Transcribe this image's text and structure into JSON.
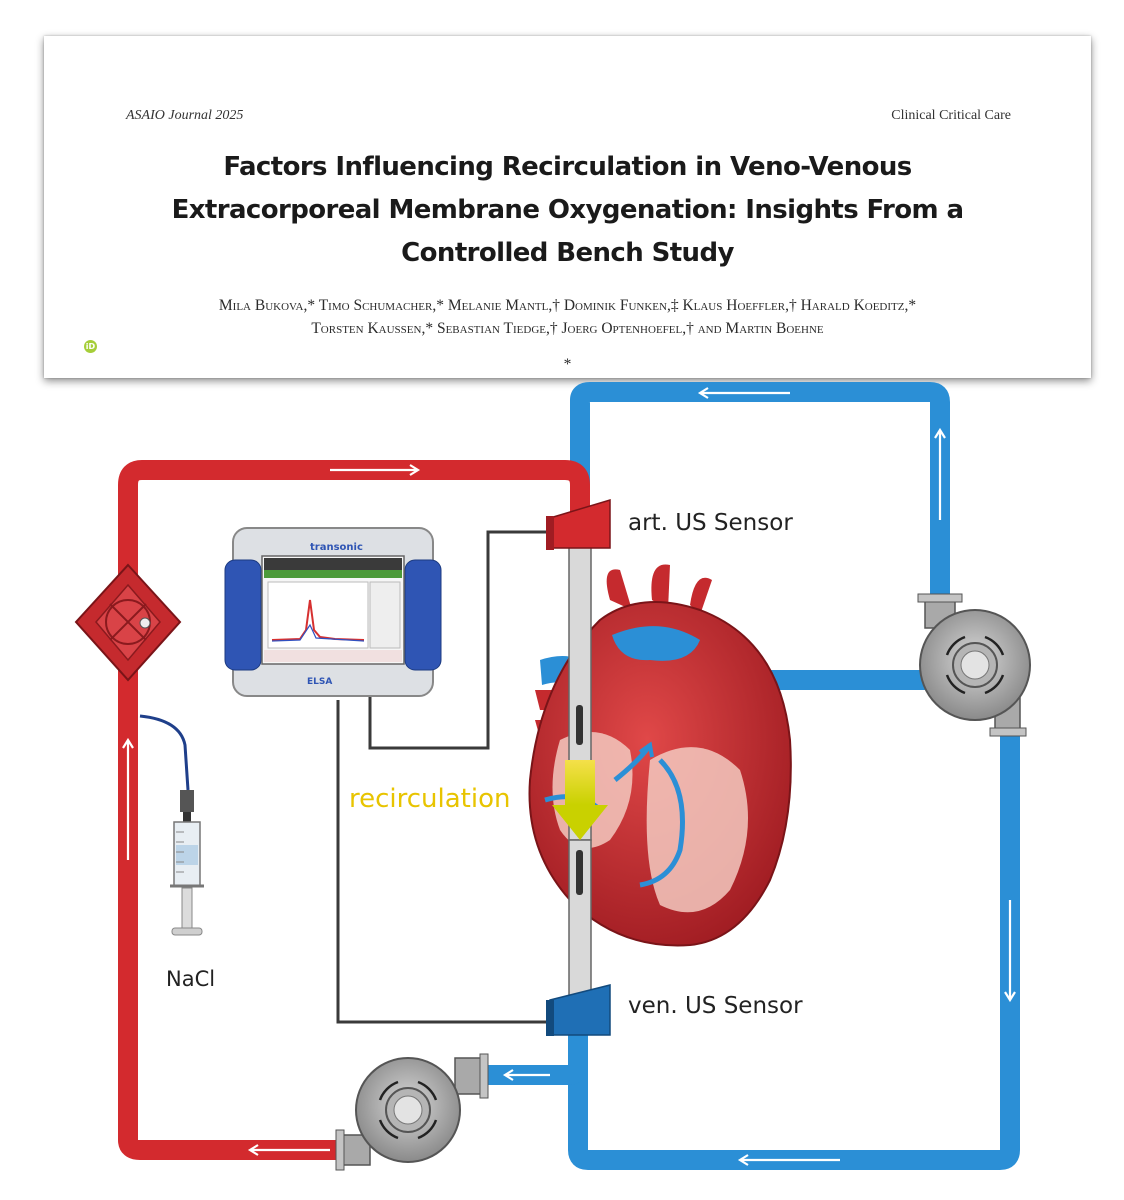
{
  "header": {
    "journal": "ASAIO Journal 2025",
    "section": "Clinical Critical Care",
    "title_lines": [
      "Factors Influencing Recirculation in Veno-Venous",
      "Extracorporeal Membrane Oxygenation: Insights From a",
      "Controlled Bench Study"
    ],
    "authors_lines": [
      "Mila Bukova,* Timo Schumacher,* Melanie Mantl,† Dominik Funken,‡ Klaus Hoeffler,† Harald Koeditz,*",
      "Torsten Kaussen,* Sebastian Tiedge,† Joerg Optenhoefel,† and Martin Boehne"
    ],
    "authors_suffix": "*",
    "orcid_icon": "orcid-icon"
  },
  "diagram": {
    "labels": {
      "art_sensor": "art. US Sensor",
      "ven_sensor": "ven. US Sensor",
      "recirculation": "recirculation",
      "nacl": "NaCl"
    },
    "monitor": {
      "brand": "transonic",
      "model": "ELSA"
    },
    "colors": {
      "arterial_tubing": "#d32a2e",
      "venous_tubing": "#2b8fd6",
      "recirculation_text": "#e8c400",
      "cable": "#3a3a3a"
    }
  }
}
